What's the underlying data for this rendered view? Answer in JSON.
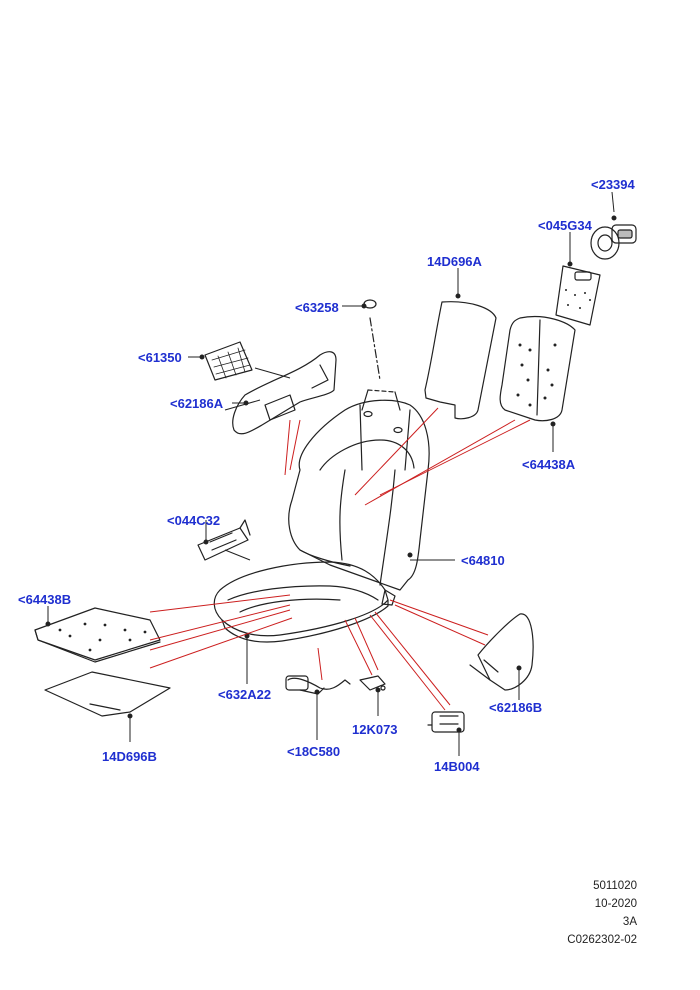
{
  "colors": {
    "callout": "#1f2fd0",
    "leader": "#cc1f1f",
    "outline": "#222222"
  },
  "callouts": {
    "c23394": "<23394",
    "c045g34": "<045G34",
    "c14d696a": "14D696A",
    "c63258": "<63258",
    "c61350": "<61350",
    "c62186a": "<62186A",
    "c64438a": "<64438A",
    "c044c32": "<044C32",
    "c64810": "<64810",
    "c64438b": "<64438B",
    "c632a22": "<632A22",
    "c62186b": "<62186B",
    "c12k073": "12K073",
    "c18c580": "<18C580",
    "c14b004": "14B004",
    "c14d696b": "14D696B"
  },
  "footer": {
    "line1": "5011020",
    "line2": "10-2020",
    "line3": "3A",
    "line4": "C0262302-02"
  }
}
